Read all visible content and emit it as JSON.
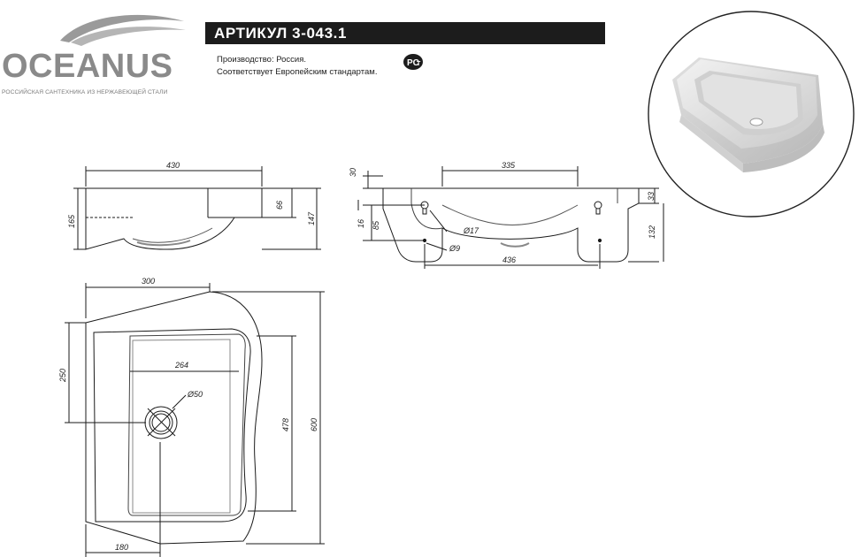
{
  "brand": {
    "name": "OCEANUS",
    "tagline": "РОССИЙСКАЯ САНТЕХНИКА ИЗ НЕРЖАВЕЮЩЕЙ СТАЛИ"
  },
  "header": {
    "title": "АРТИКУЛ 3-043.1",
    "production": "Производство: Россия.",
    "standard": "Соответствует Европейским стандартам."
  },
  "side_view": {
    "width": "430",
    "height_total": "165",
    "height_rim": "147",
    "height_top": "66"
  },
  "front_view": {
    "top_offset": "30",
    "inner_width": "335",
    "height_right_top": "33",
    "height_right": "132",
    "left_small": "16",
    "left_mid": "85",
    "hole_large": "Ø17",
    "hole_small": "Ø9",
    "bottom_width": "436"
  },
  "plan_view": {
    "top_width": "300",
    "bowl_width": "264",
    "drain": "Ø50",
    "left_height": "250",
    "bowl_height": "478",
    "total_height": "600",
    "bottom_offset": "180"
  },
  "colors": {
    "title_bar": "#1c1c1c",
    "logo_gray": "#8a8a8a"
  },
  "icons": [
    "wave-logo-icon",
    "rst-certification-icon"
  ]
}
